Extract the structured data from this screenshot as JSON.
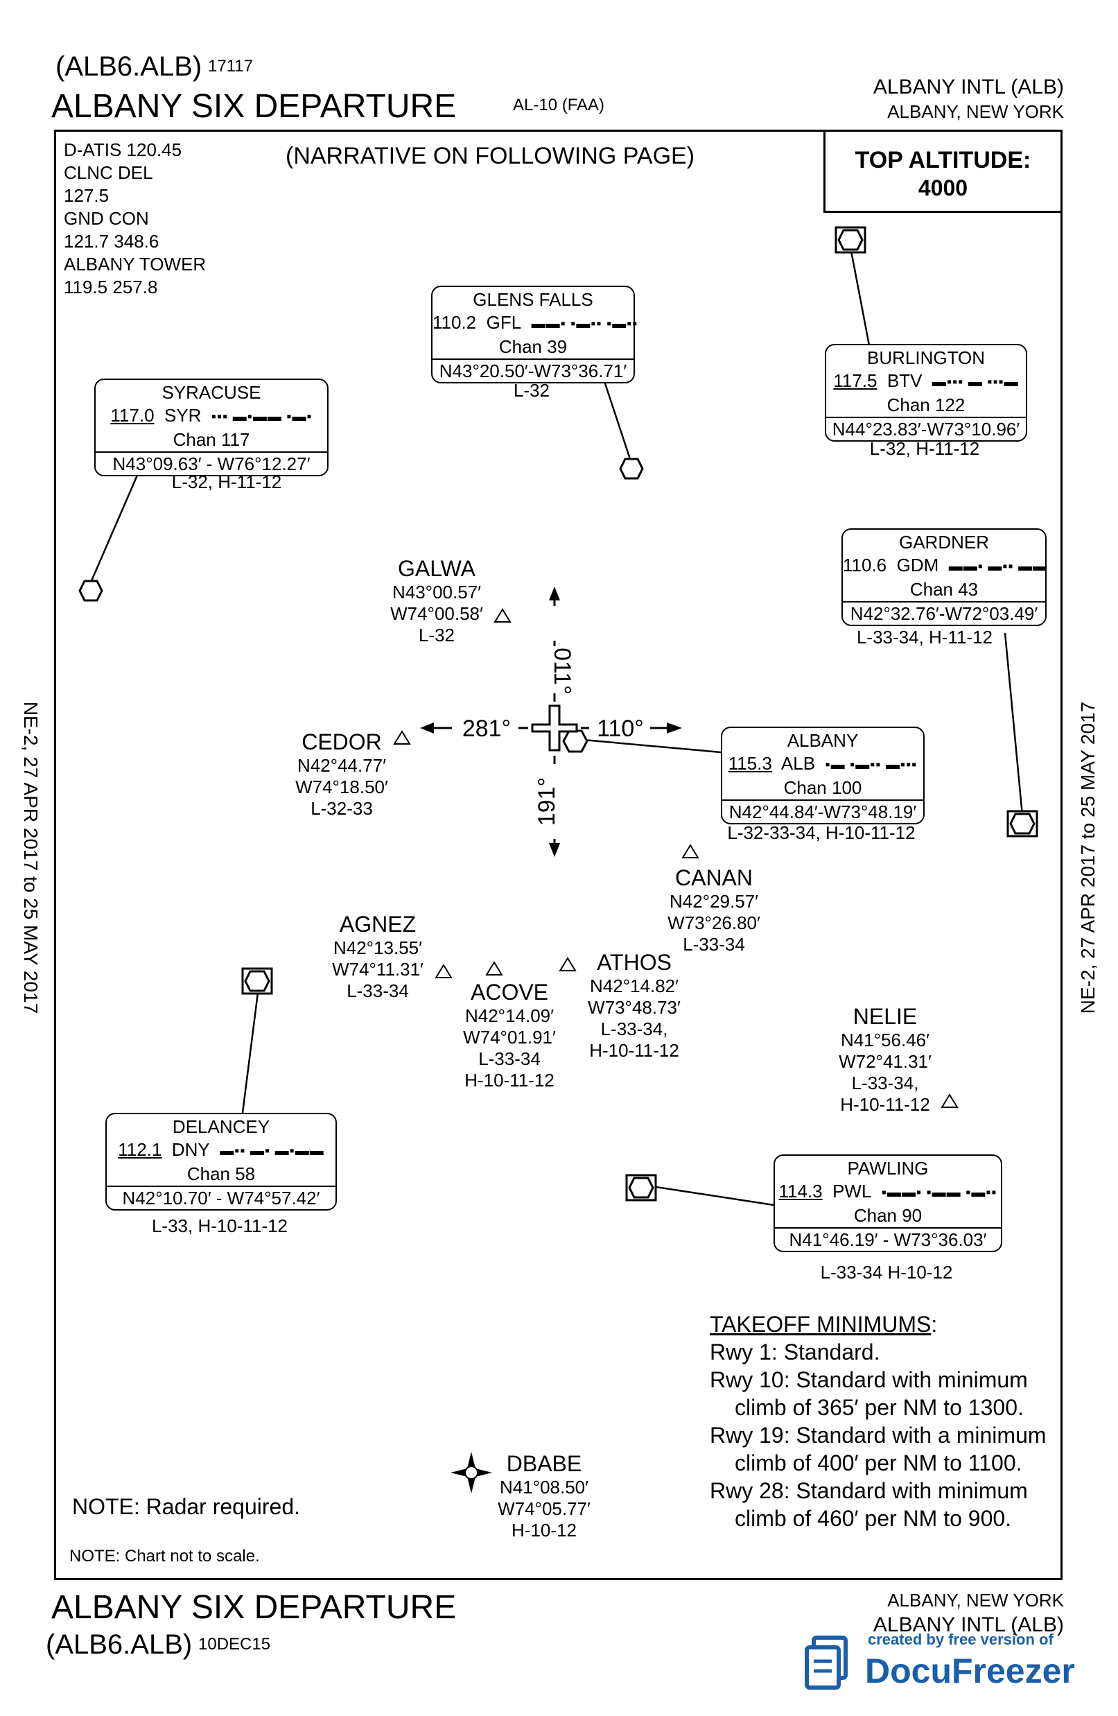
{
  "header": {
    "computer_code": "(ALB6.ALB)",
    "chart_number": "17117",
    "title": "ALBANY SIX DEPARTURE",
    "airport_ref": "AL-10 (FAA)",
    "airport_name": "ALBANY INTL (ALB)",
    "city": "ALBANY, NEW YORK"
  },
  "comms": {
    "lines": [
      "D-ATIS 120.45",
      "CLNC DEL",
      "127.5",
      "GND CON",
      "121.7  348.6",
      "ALBANY TOWER",
      "119.5  257.8"
    ]
  },
  "narrative_note": "(NARRATIVE ON FOLLOWING PAGE)",
  "top_altitude": {
    "label": "TOP ALTITUDE:",
    "value": "4000"
  },
  "navaids": {
    "glens_falls": {
      "name": "GLENS FALLS",
      "freq": "110.2",
      "id": "GFL",
      "morse": "▬▬▪ ▪▬▪▪ ▪▬▪▪",
      "chan": "Chan 39",
      "coord": "N43°20.50′-W73°36.71′",
      "charts": "L-32"
    },
    "syracuse": {
      "name": "SYRACUSE",
      "freq": "117.0",
      "id": "SYR",
      "morse": "▪▪▪ ▬▪▬▬ ▪▬▪",
      "chan": "Chan 117",
      "coord": "N43°09.63′ - W76°12.27′",
      "charts": "L-32, H-11-12"
    },
    "burlington": {
      "name": "BURLINGTON",
      "freq": "117.5",
      "id": "BTV",
      "morse": "▬▪▪▪ ▬ ▪▪▪▬",
      "chan": "Chan 122",
      "coord": "N44°23.83′-W73°10.96′",
      "charts": "L-32, H-11-12"
    },
    "gardner": {
      "name": "GARDNER",
      "freq": "110.6",
      "id": "GDM",
      "morse": "▬▬▪ ▬▪▪ ▬▬",
      "chan": "Chan 43",
      "coord": "N42°32.76′-W72°03.49′",
      "charts": "L-33-34, H-11-12"
    },
    "albany": {
      "name": "ALBANY",
      "freq": "115.3",
      "id": "ALB",
      "morse": "▪▬ ▪▬▪▪ ▬▪▪▪",
      "chan": "Chan 100",
      "coord": "N42°44.84′-W73°48.19′",
      "charts": "L-32-33-34, H-10-11-12"
    },
    "delancey": {
      "name": "DELANCEY",
      "freq": "112.1",
      "id": "DNY",
      "morse": "▬▪▪ ▬▪ ▬▪▬▬",
      "chan": "Chan 58",
      "coord": "N42°10.70′ - W74°57.42′",
      "charts": "L-33, H-10-11-12"
    },
    "pawling": {
      "name": "PAWLING",
      "freq": "114.3",
      "id": "PWL",
      "morse": "▪▬▬▪ ▪▬▬ ▪▬▪▪",
      "chan": "Chan 90",
      "coord": "N41°46.19′ - W73°36.03′",
      "charts": "L-33-34 H-10-12"
    }
  },
  "fixes": {
    "galwa": {
      "name": "GALWA",
      "lat": "N43°00.57′",
      "lon": "W74°00.58′",
      "charts": "L-32"
    },
    "cedor": {
      "name": "CEDOR",
      "lat": "N42°44.77′",
      "lon": "W74°18.50′",
      "charts": "L-32-33"
    },
    "canan": {
      "name": "CANAN",
      "lat": "N42°29.57′",
      "lon": "W73°26.80′",
      "charts": "L-33-34"
    },
    "agnez": {
      "name": "AGNEZ",
      "lat": "N42°13.55′",
      "lon": "W74°11.31′",
      "charts": "L-33-34"
    },
    "acove": {
      "name": "ACOVE",
      "lat": "N42°14.09′",
      "lon": "W74°01.91′",
      "charts": "L-33-34",
      "charts2": "H-10-11-12"
    },
    "athos": {
      "name": "ATHOS",
      "lat": "N42°14.82′",
      "lon": "W73°48.73′",
      "charts": "L-33-34,",
      "charts2": "H-10-11-12"
    },
    "nelie": {
      "name": "NELIE",
      "lat": "N41°56.46′",
      "lon": "W72°41.31′",
      "charts": "L-33-34,",
      "charts2": "H-10-11-12"
    },
    "dbabe": {
      "name": "DBABE",
      "lat": "N41°08.50′",
      "lon": "W74°05.77′",
      "charts": "H-10-12"
    }
  },
  "headings": {
    "north": "011°",
    "east": "110°",
    "south": "191°",
    "west": "281°"
  },
  "takeoff_minimums": {
    "title": "TAKEOFF MINIMUMS",
    "colon": ":",
    "lines": [
      "Rwy 1:   Standard.",
      "Rwy 10: Standard with minimum",
      "climb of 365′ per NM to 1300.",
      "Rwy 19: Standard with a minimum",
      "climb of 400′ per NM to 1100.",
      "Rwy 28: Standard with minimum",
      "climb of 460′ per NM to 900."
    ]
  },
  "notes": {
    "radar": "NOTE:  Radar required.",
    "scale": "NOTE: Chart not to scale."
  },
  "side_dates": {
    "left": "NE-2,  27 APR 2017  to  25 MAY 2017",
    "right": "NE-2,  27 APR 2017  to  25 MAY 2017"
  },
  "footer": {
    "title": "ALBANY SIX DEPARTURE",
    "computer_code": "(ALB6.ALB)",
    "amendment": "10DEC15",
    "city": "ALBANY, NEW YORK",
    "airport_name": "ALBANY INTL (ALB)"
  },
  "watermark": {
    "small": "created by free version of",
    "brand": "DocuFreezer",
    "brand_color": "#1a5fa8"
  }
}
